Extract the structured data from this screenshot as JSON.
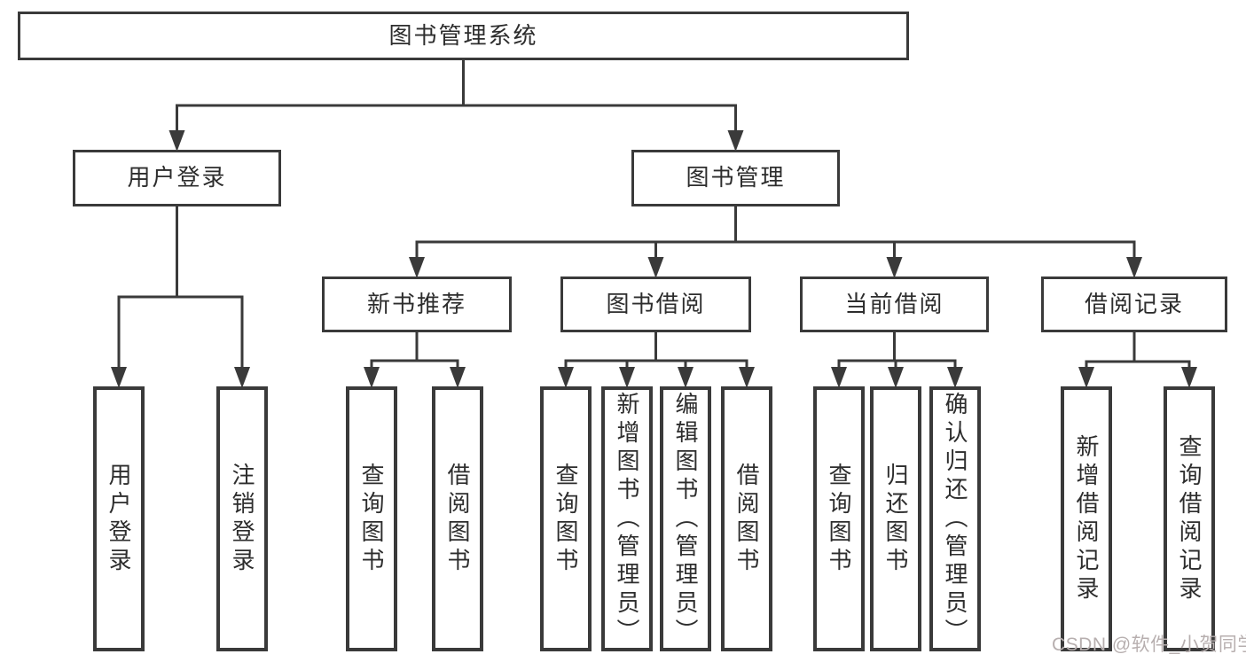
{
  "colors": {
    "background": "#ffffff",
    "line": "#3a3a3a",
    "box_border": "#3a3a3a",
    "box_fill": "#ffffff",
    "text": "#2d2d2d",
    "watermark": "#b7afaf"
  },
  "watermark": {
    "text": "CSDN @软件_小贺同学"
  },
  "diagram": {
    "title": "图书管理系统",
    "nodes": [
      {
        "id": "root",
        "label": "图书管理系统",
        "children": [
          "user-login",
          "book-mgmt"
        ]
      },
      {
        "id": "user-login",
        "label": "用户登录",
        "children": [
          "leaf-user-login",
          "leaf-logout"
        ]
      },
      {
        "id": "book-mgmt",
        "label": "图书管理",
        "children": [
          "new-books",
          "book-borrow",
          "current-borrow",
          "borrow-records"
        ]
      },
      {
        "id": "new-books",
        "label": "新书推荐",
        "children": [
          "leaf-query-books-1",
          "leaf-borrow-books-1"
        ]
      },
      {
        "id": "book-borrow",
        "label": "图书借阅",
        "children": [
          "leaf-query-books-2",
          "leaf-add-book",
          "leaf-edit-book",
          "leaf-borrow-books-2"
        ]
      },
      {
        "id": "current-borrow",
        "label": "当前借阅",
        "children": [
          "leaf-query-books-3",
          "leaf-return-book",
          "leaf-confirm-return"
        ]
      },
      {
        "id": "borrow-records",
        "label": "借阅记录",
        "children": [
          "leaf-add-record",
          "leaf-query-record"
        ]
      },
      {
        "id": "leaf-user-login",
        "label": "用户登录",
        "children": []
      },
      {
        "id": "leaf-logout",
        "label": "注销登录",
        "children": []
      },
      {
        "id": "leaf-query-books-1",
        "label": "查询图书",
        "children": []
      },
      {
        "id": "leaf-borrow-books-1",
        "label": "借阅图书",
        "children": []
      },
      {
        "id": "leaf-query-books-2",
        "label": "查询图书",
        "children": []
      },
      {
        "id": "leaf-add-book",
        "label": "新增图书（管理员）",
        "children": []
      },
      {
        "id": "leaf-edit-book",
        "label": "编辑图书（管理员）",
        "children": []
      },
      {
        "id": "leaf-borrow-books-2",
        "label": "借阅图书",
        "children": []
      },
      {
        "id": "leaf-query-books-3",
        "label": "查询图书",
        "children": []
      },
      {
        "id": "leaf-return-book",
        "label": "归还图书",
        "children": []
      },
      {
        "id": "leaf-confirm-return",
        "label": "确认归还（管理员）",
        "children": []
      },
      {
        "id": "leaf-add-record",
        "label": "新增借阅记录",
        "children": []
      },
      {
        "id": "leaf-query-record",
        "label": "查询借阅记录",
        "children": []
      }
    ]
  }
}
